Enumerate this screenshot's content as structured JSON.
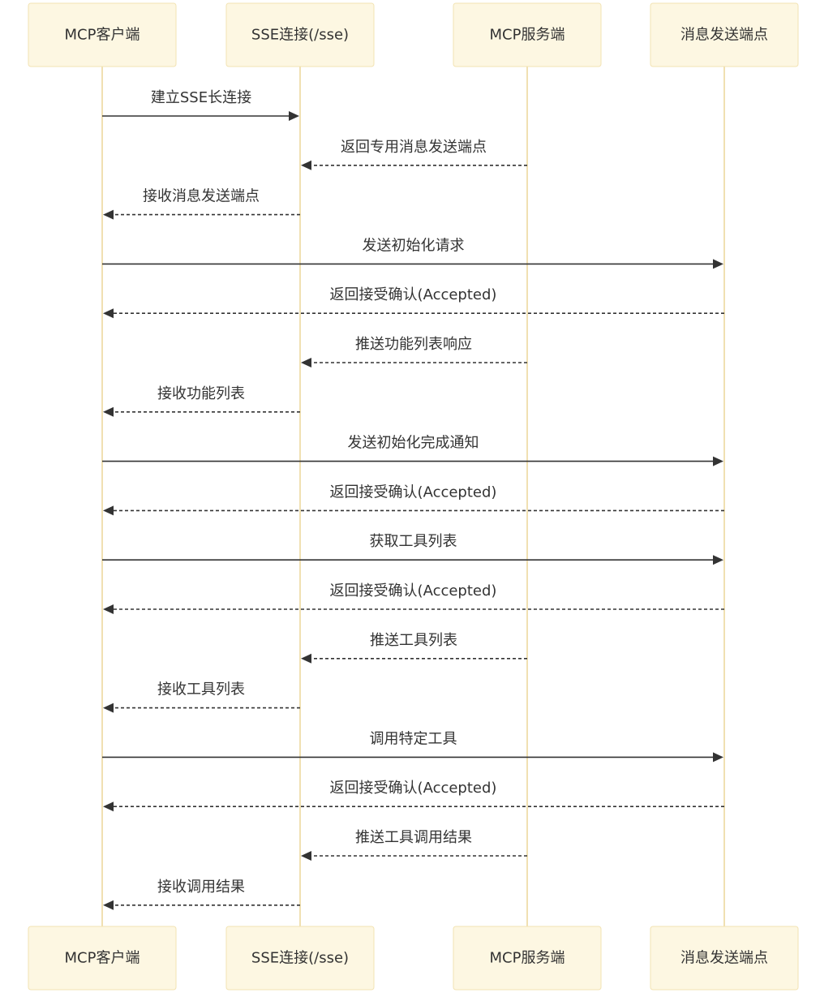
{
  "participants": [
    {
      "id": "client",
      "label": "MCP客户端"
    },
    {
      "id": "sse",
      "label": "SSE连接(/sse)"
    },
    {
      "id": "server",
      "label": "MCP服务端"
    },
    {
      "id": "endpoint",
      "label": "消息发送端点"
    }
  ],
  "messages": [
    {
      "from": "client",
      "to": "sse",
      "label": "建立SSE长连接",
      "style": "solid"
    },
    {
      "from": "server",
      "to": "sse",
      "label": "返回专用消息发送端点",
      "style": "dashed"
    },
    {
      "from": "sse",
      "to": "client",
      "label": "接收消息发送端点",
      "style": "dashed"
    },
    {
      "from": "client",
      "to": "endpoint",
      "label": "发送初始化请求",
      "style": "solid"
    },
    {
      "from": "endpoint",
      "to": "client",
      "label": "返回接受确认(Accepted)",
      "style": "dashed"
    },
    {
      "from": "server",
      "to": "sse",
      "label": "推送功能列表响应",
      "style": "dashed"
    },
    {
      "from": "sse",
      "to": "client",
      "label": "接收功能列表",
      "style": "dashed"
    },
    {
      "from": "client",
      "to": "endpoint",
      "label": "发送初始化完成通知",
      "style": "solid"
    },
    {
      "from": "endpoint",
      "to": "client",
      "label": "返回接受确认(Accepted)",
      "style": "dashed"
    },
    {
      "from": "client",
      "to": "endpoint",
      "label": "获取工具列表",
      "style": "solid"
    },
    {
      "from": "endpoint",
      "to": "client",
      "label": "返回接受确认(Accepted)",
      "style": "dashed"
    },
    {
      "from": "server",
      "to": "sse",
      "label": "推送工具列表",
      "style": "dashed"
    },
    {
      "from": "sse",
      "to": "client",
      "label": "接收工具列表",
      "style": "dashed"
    },
    {
      "from": "client",
      "to": "endpoint",
      "label": "调用特定工具",
      "style": "solid"
    },
    {
      "from": "endpoint",
      "to": "client",
      "label": "返回接受确认(Accepted)",
      "style": "dashed"
    },
    {
      "from": "server",
      "to": "sse",
      "label": "推送工具调用结果",
      "style": "dashed"
    },
    {
      "from": "sse",
      "to": "client",
      "label": "接收调用结果",
      "style": "dashed"
    }
  ]
}
